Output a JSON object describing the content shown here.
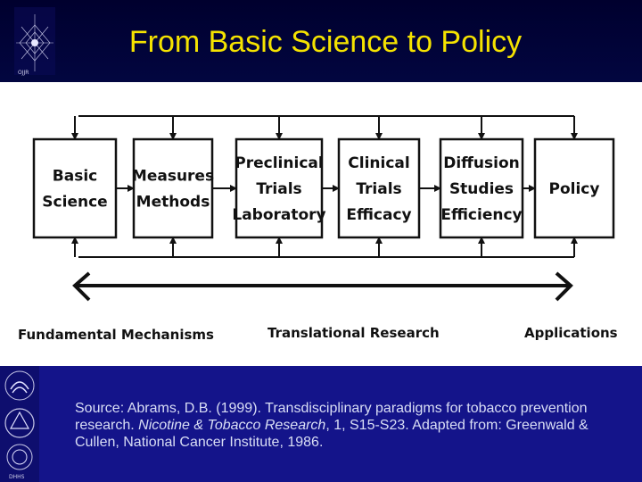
{
  "slide": {
    "title": "From Basic Science to Policy"
  },
  "header_logo": {
    "icon": "diamond-seal-icon",
    "caption": "OJJR"
  },
  "diagram": {
    "boxes": [
      {
        "lines": [
          "Basic",
          "Science"
        ]
      },
      {
        "lines": [
          "Measures",
          "Methods"
        ]
      },
      {
        "lines": [
          "Preclinical",
          "Trials",
          "Laboratory"
        ]
      },
      {
        "lines": [
          "Clinical",
          "Trials",
          "Efficacy"
        ]
      },
      {
        "lines": [
          "Diffusion",
          "Studies",
          "Efficiency"
        ]
      },
      {
        "lines": [
          "Policy"
        ]
      }
    ],
    "axis": {
      "left_label": "Fundamental Mechanisms",
      "center_label": "Translational Research",
      "right_label": "Applications"
    }
  },
  "footer": {
    "side_icons": [
      "hhs-eagle-icon",
      "nih-seal-icon",
      "agency-seal-icon"
    ],
    "side_caption": "DHHS",
    "source_prefix": "Source: Abrams, D.B. (1999). Transdisciplinary paradigms for tobacco prevention research.  ",
    "source_journal": "Nicotine & Tobacco Research",
    "source_suffix": ", 1, S15-S23.  Adapted from:  Greenwald & Cullen, National Cancer Institute, 1986."
  }
}
